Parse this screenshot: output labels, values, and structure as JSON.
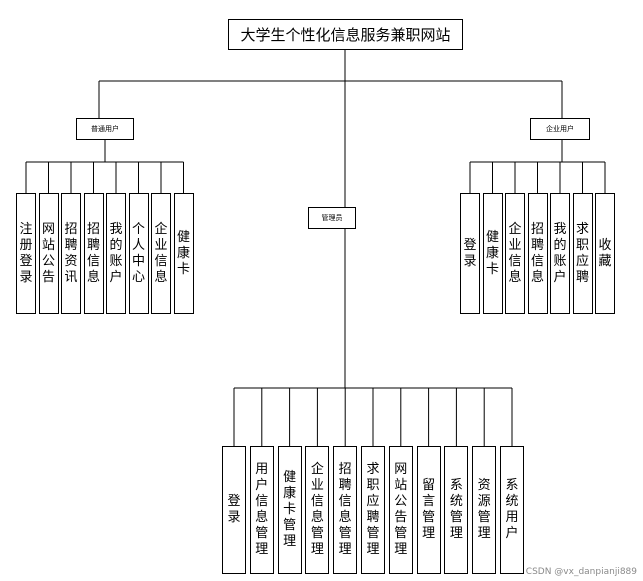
{
  "diagram": {
    "root": "大学生个性化信息服务兼职网站",
    "groups": [
      {
        "label": "普通用户",
        "items": [
          "注册登录",
          "网站公告",
          "招聘资讯",
          "招聘信息",
          "我的账户",
          "个人中心",
          "企业信息",
          "健康卡"
        ]
      },
      {
        "label": "管理员",
        "items": [
          "登录",
          "用户信息管理",
          "健康卡管理",
          "企业信息管理",
          "招聘信息管理",
          "求职应聘管理",
          "网站公告管理",
          "留言管理",
          "系统管理",
          "资源管理",
          "系统用户"
        ]
      },
      {
        "label": "企业用户",
        "items": [
          "登录",
          "健康卡",
          "企业信息",
          "招聘信息",
          "我的账户",
          "求职应聘",
          "收藏"
        ]
      }
    ]
  },
  "watermark": "CSDN @vx_danpianji889"
}
